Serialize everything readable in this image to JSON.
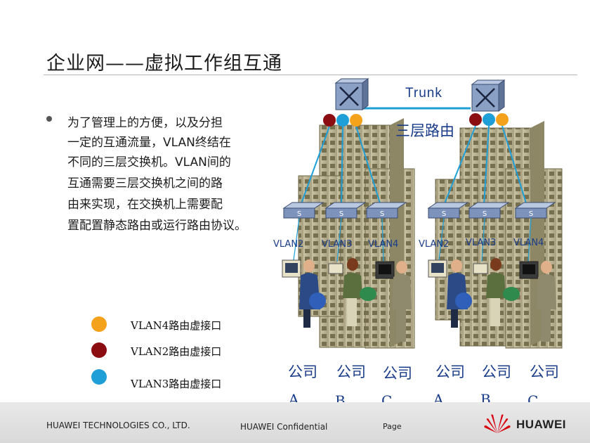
{
  "slide": {
    "title": "企业网——虚拟工作组互通",
    "bullet_lines": [
      "为了管理上的方便，以及分担",
      "一定的互通流量，VLAN终结在",
      "不同的三层交换机。VLAN间的",
      "互通需要三层交换机之间的路",
      "由来实现，在交换机上需要配",
      "置配置静态路由或运行路由协议。"
    ]
  },
  "diagram": {
    "trunk_label": "Trunk",
    "l3_router_label": "三层路由",
    "vlan_labels": [
      "VLAN2",
      "VLAN3",
      "VLAN4",
      "VLAN2",
      "VLAN3",
      "VLAN4"
    ],
    "company_labels": [
      "公司",
      "公司",
      "公司",
      "公司",
      "公司",
      "公司"
    ],
    "company_letters": [
      "A",
      "B",
      "C",
      "A",
      "B",
      "C"
    ],
    "switch_icon": "S"
  },
  "legend": [
    {
      "label": "VLAN4路由虚接口",
      "color": "#f4a21b"
    },
    {
      "label": "VLAN2路由虚接口",
      "color": "#8b0d12"
    },
    {
      "label": "VLAN3路由虚接口",
      "color": "#1e9fd8"
    }
  ],
  "colors": {
    "vlan2": "#8b0d12",
    "vlan3": "#1e9fd8",
    "vlan4": "#f4a21b",
    "link": "#1e9fd8",
    "logo": "#d7000f"
  },
  "footer": {
    "company": "HUAWEI TECHNOLOGIES CO., LTD.",
    "confidential": "HUAWEI Confidential",
    "page_label": "Page",
    "logo_text": "HUAWEI"
  }
}
